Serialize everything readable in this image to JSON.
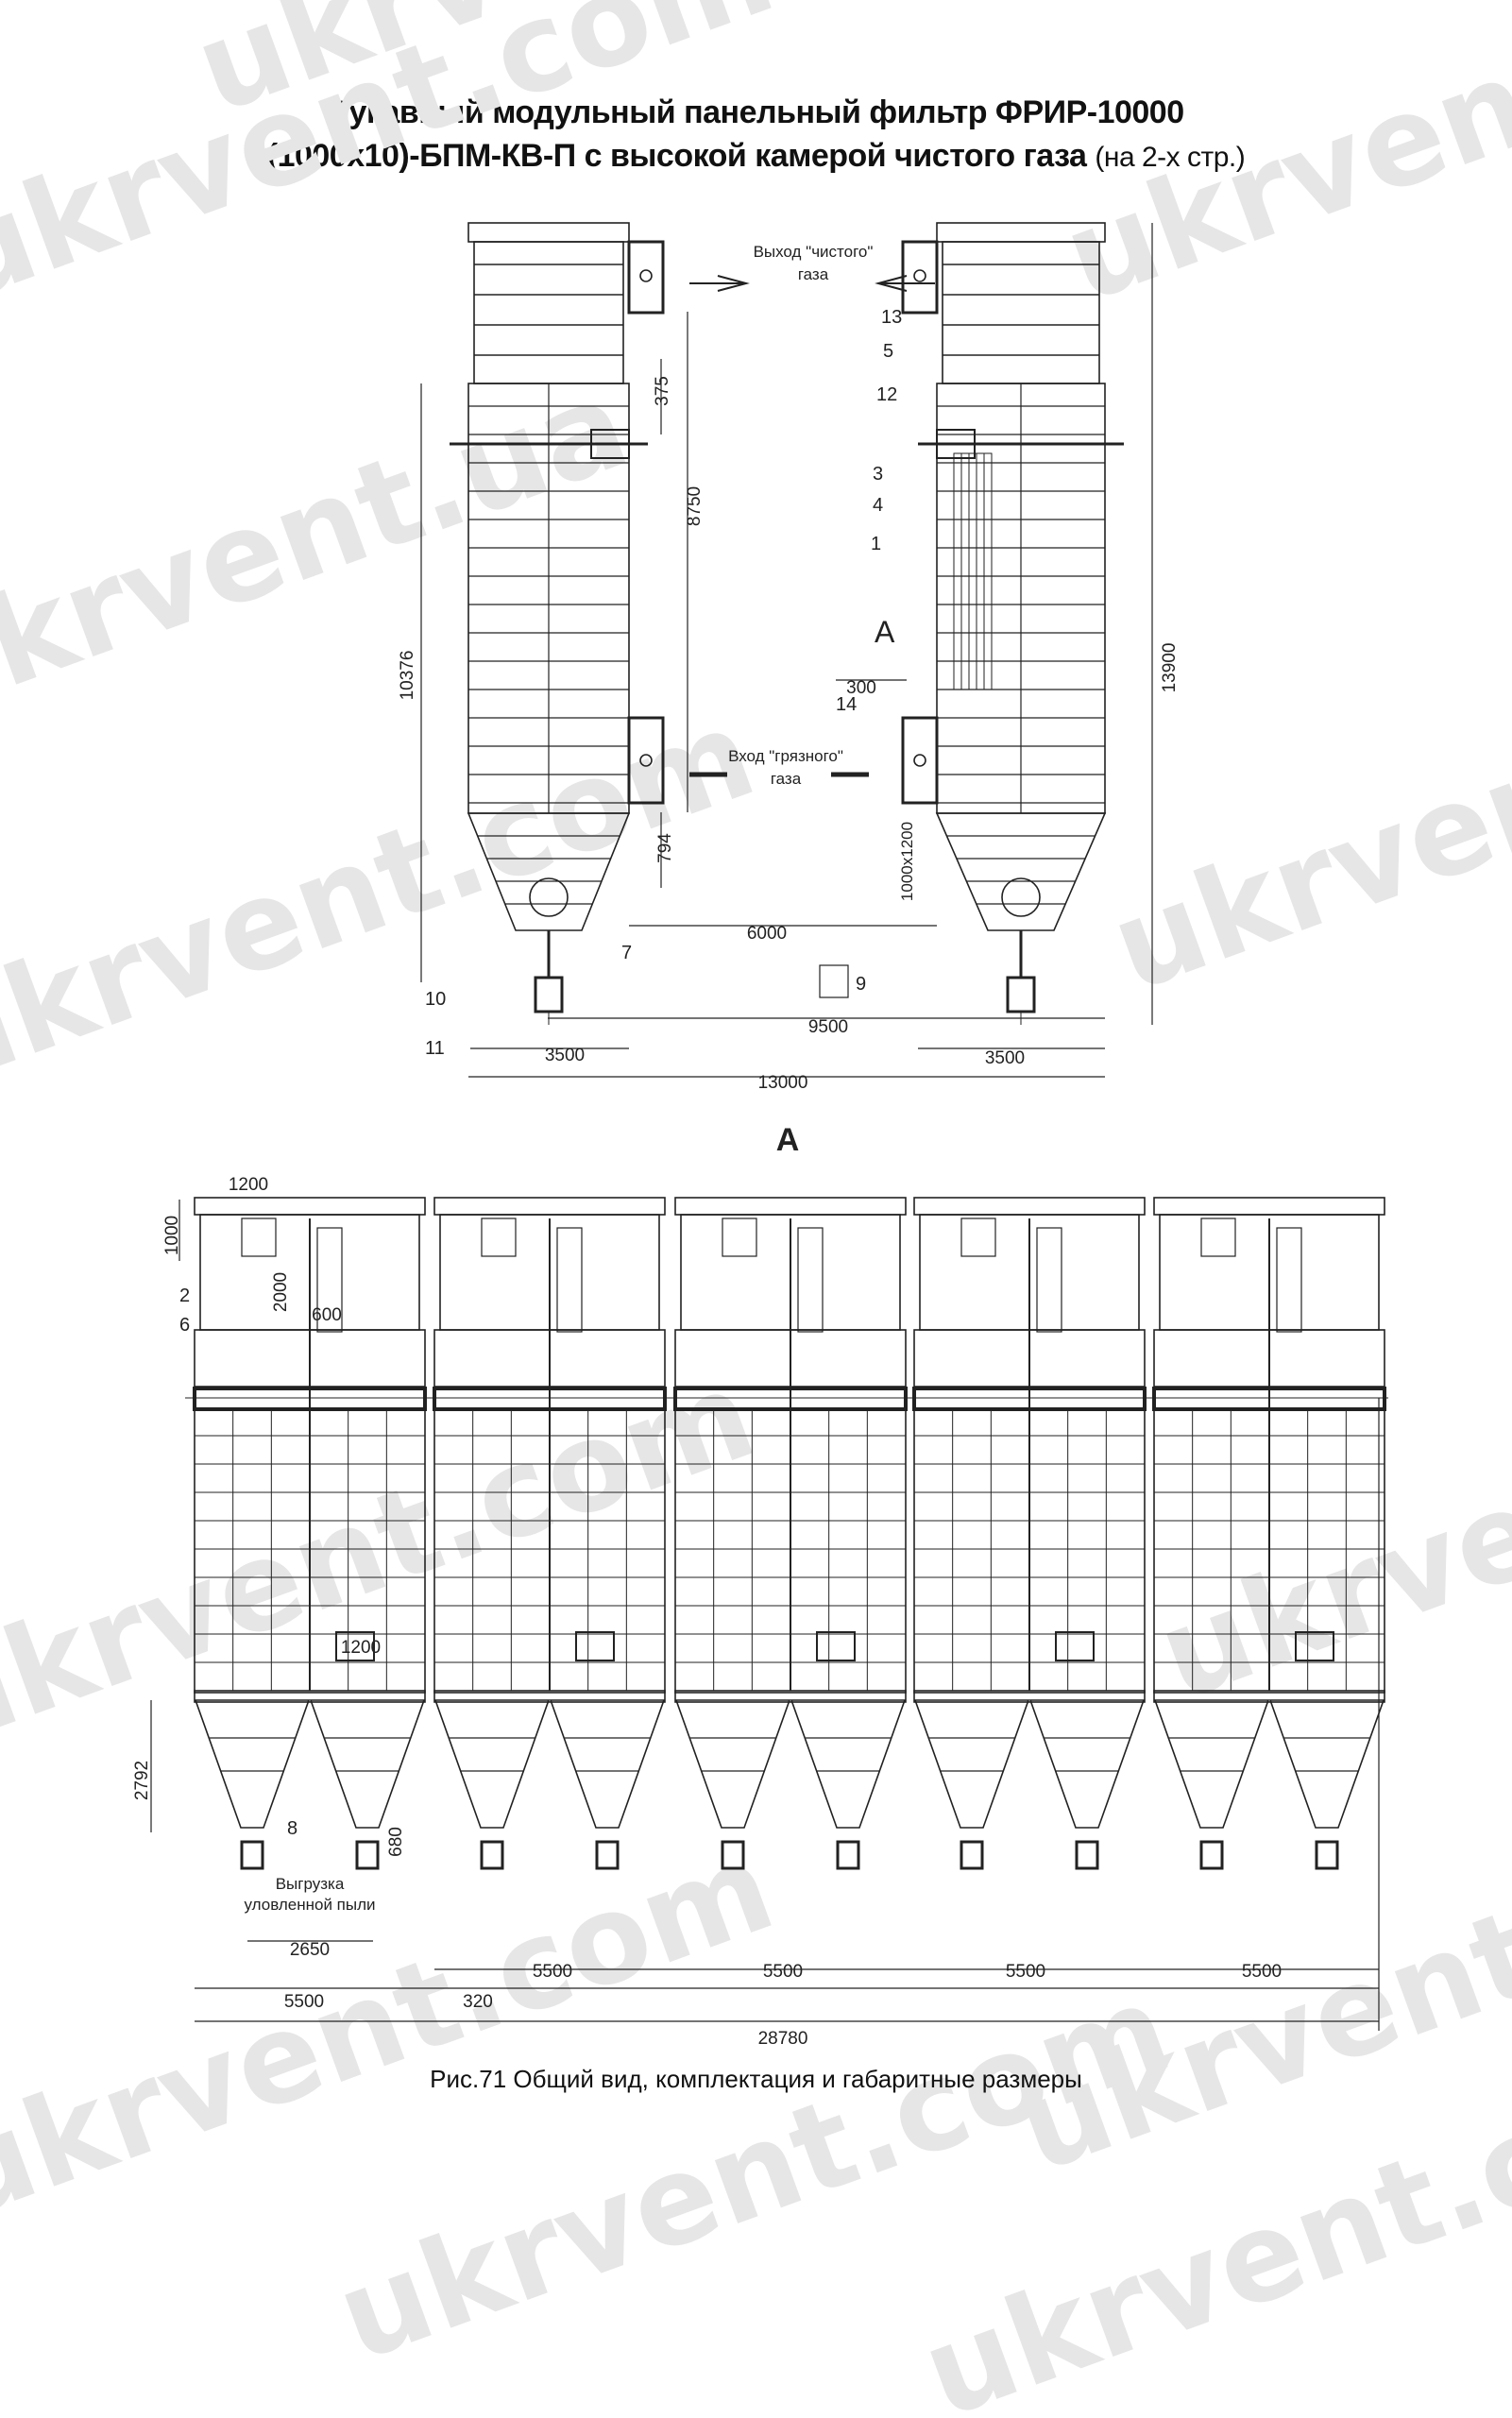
{
  "title": {
    "line1": "Рукавный модульный панельный фильтр ФРИР-10000",
    "line2_bold": "(1000x10)-БПМ-КВ-П с высокой камерой чистого газа",
    "line2_note": "(на 2-х стр.)"
  },
  "watermarks": [
    "ukrvent.com",
    "ukrvent.ua"
  ],
  "side_view": {
    "outlet_label": [
      "Выход \"чистого\"",
      "газа"
    ],
    "inlet_label": [
      "Вход \"грязного\"",
      "газа"
    ],
    "section_marker": "А",
    "dimensions": {
      "d375": "375",
      "d8750": "8750",
      "d10376": "10376",
      "d13900": "13900",
      "d794": "794",
      "d1000x1200": "1000x1200",
      "d300": "300",
      "d6000": "6000",
      "d9500": "9500",
      "d3500_left": "3500",
      "d3500_right": "3500",
      "d13000": "13000"
    },
    "callouts": {
      "c13": "13",
      "c5": "5",
      "c12": "12",
      "c3": "3",
      "c4": "4",
      "c1": "1",
      "c14": "14",
      "c7": "7",
      "c9": "9",
      "c10": "10",
      "c11": "11"
    }
  },
  "section_view": {
    "title": "А",
    "dimensions": {
      "d1200_top": "1200",
      "d1000": "1000",
      "d2000": "2000",
      "d600": "600",
      "d1200_hatch": "1200",
      "d2792": "2792",
      "d680": "680",
      "d2650": "2650",
      "d5500_1": "5500",
      "d5500_2": "5500",
      "d5500_3": "5500",
      "d5500_4": "5500",
      "d5500_left": "5500",
      "d320": "320",
      "d28780": "28780"
    },
    "callouts": {
      "c2": "2",
      "c6": "6",
      "c8": "8"
    },
    "discharge_label": [
      "Выгрузка",
      "уловленной пыли"
    ]
  },
  "caption": "Рис.71  Общий вид, комплектация и габаритные размеры"
}
